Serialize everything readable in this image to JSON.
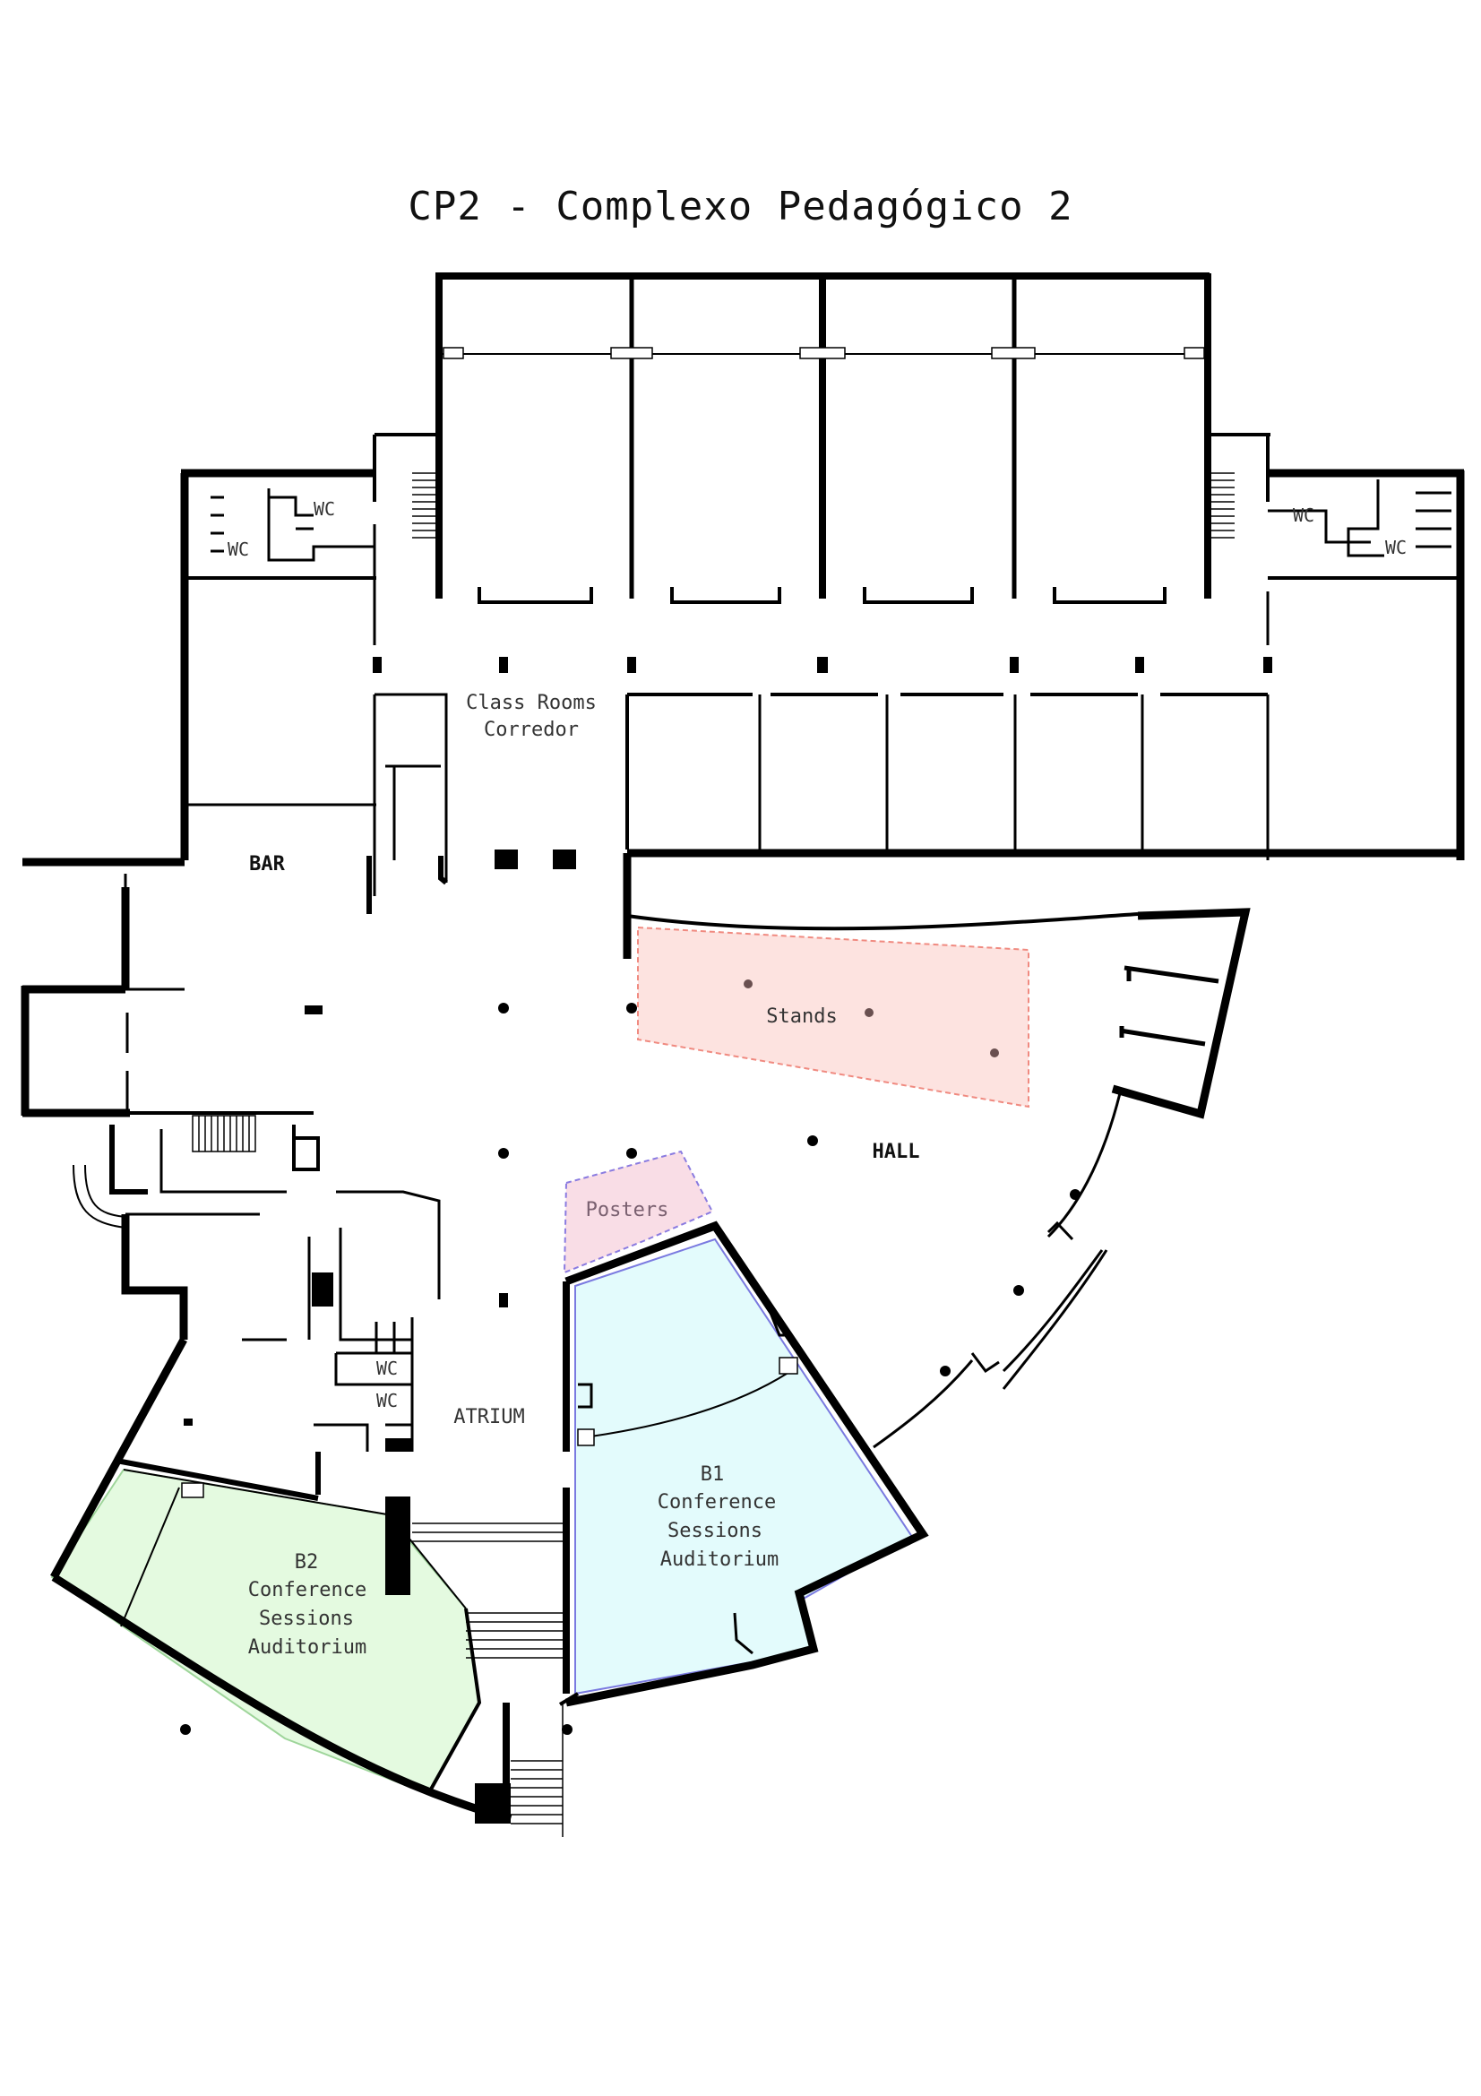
{
  "title": "CP2 - Complexo Pedagógico 2",
  "labels": {
    "class_rooms": [
      "Class Rooms",
      "Corredor"
    ],
    "bar": "BAR",
    "hall": "HALL",
    "atrium": "ATRIUM",
    "stands": "Stands",
    "posters": "Posters",
    "wc": "WC",
    "b1": [
      "B1",
      "Conference",
      "Sessions",
      "Auditorium"
    ],
    "b2": [
      "B2",
      "Conference",
      "Sessions",
      "Auditorium"
    ]
  },
  "colors": {
    "stands_fill": "#fde3e0",
    "stands_border": "#f08a80",
    "posters_fill": "#f9dde6",
    "posters_border": "#8a7be0",
    "b1_fill": "#e3fbfc",
    "b1_border": "#7a7ae0",
    "b2_fill": "#e4fae0",
    "b2_border": "#9ed59a"
  }
}
